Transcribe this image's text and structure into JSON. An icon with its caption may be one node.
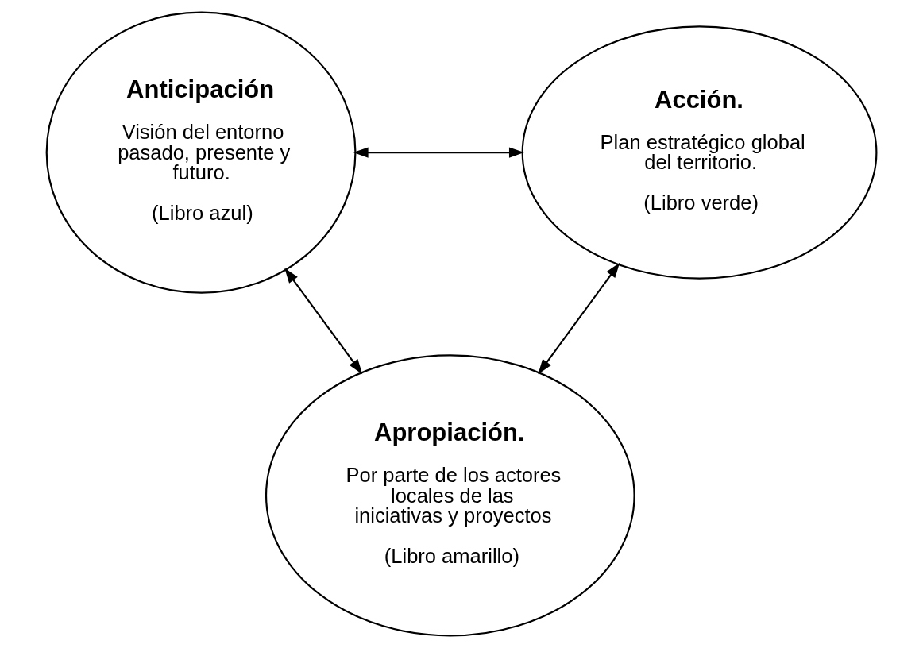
{
  "diagram": {
    "nodes": [
      {
        "text": [
          "Anticipación",
          "Visión del entorno pasado, presente y futuro.",
          "(Libro azul)"
        ]
      },
      {
        "text": [
          "Acción.",
          "Plan estratégico global del territorio.",
          "(Libro verde)"
        ]
      },
      {
        "text": [
          "Apropiación.",
          "Por parte de los actores locales de las iniciativas y proyectos",
          "(Libro amarillo)"
        ]
      }
    ],
    "edges": [
      {
        "from": 0,
        "to": 1,
        "arrow": "both"
      },
      {
        "from": 0,
        "to": 2,
        "arrow": "both"
      },
      {
        "from": 1,
        "to": 2,
        "arrow": "both"
      }
    ]
  }
}
